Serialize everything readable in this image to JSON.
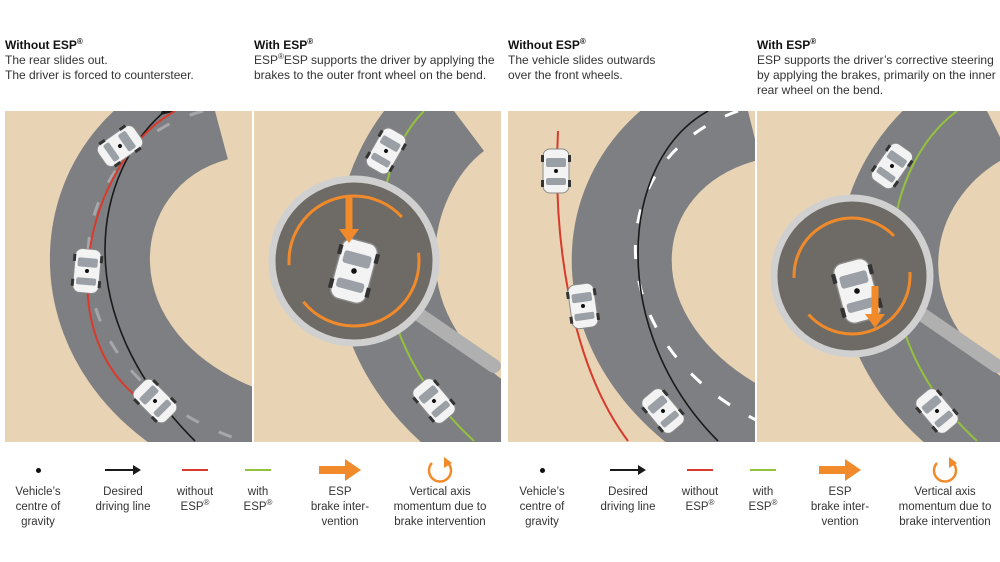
{
  "captions": [
    {
      "title": "Without ESP",
      "lines": [
        "The rear slides out.",
        "The driver is forced to countersteer."
      ]
    },
    {
      "title": "With ESP",
      "lines": [
        "ESP supports the driver by applying the",
        "brakes to the outer front wheel on the bend."
      ]
    },
    {
      "title": "Without ESP",
      "lines": [
        "The vehicle slides outwards",
        "over the front wheels."
      ]
    },
    {
      "title": "With ESP",
      "lines": [
        "ESP supports the driver’s corrective steering",
        "by applying the brakes, primarily on the inner",
        "rear wheel on the bend."
      ]
    }
  ],
  "legend": {
    "cog": "Vehicle’s\ncentre of\ngravity",
    "desired": "Desired\ndriving line",
    "without": "without\nESP",
    "with": "with\nESP",
    "brake": "ESP\nbrake inter-\nvention",
    "momentum": "Vertical axis\nmomentum due to\nbrake intervention"
  },
  "colors": {
    "sand": "#e8d4b4",
    "road": "#7e7f82",
    "road_edge": "#dcdcdc",
    "without_line": "#d93a2b",
    "with_line": "#93c23d",
    "brake_arrow": "#f18a2a",
    "desired_line": "#1a1a1a"
  },
  "icons": [
    "centre-of-gravity-dot-icon",
    "desired-line-arrow-icon",
    "without-esp-line-icon",
    "with-esp-line-icon",
    "brake-intervention-arrow-icon",
    "vertical-axis-momentum-icon",
    "magnifier-icon",
    "car-icon"
  ]
}
